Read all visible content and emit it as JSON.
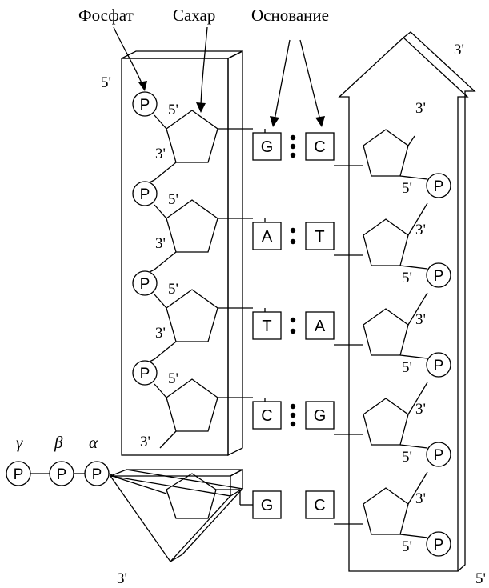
{
  "labels": {
    "phosphate": "Фосфат",
    "sugar": "Сахар",
    "base": "Основание"
  },
  "ends": {
    "five_prime": "5'",
    "three_prime": "3'"
  },
  "phosphate_symbol": "P",
  "triphosphate_greek": [
    "γ",
    "β",
    "α"
  ],
  "base_pairs": [
    {
      "left": "G",
      "right": "C",
      "bonds": 3
    },
    {
      "left": "A",
      "right": "T",
      "bonds": 2
    },
    {
      "left": "T",
      "right": "A",
      "bonds": 2
    },
    {
      "left": "C",
      "right": "G",
      "bonds": 3
    },
    {
      "left": "G",
      "right": "C",
      "bonds": 0
    }
  ],
  "colors": {
    "stroke": "#000000",
    "background": "#ffffff"
  }
}
